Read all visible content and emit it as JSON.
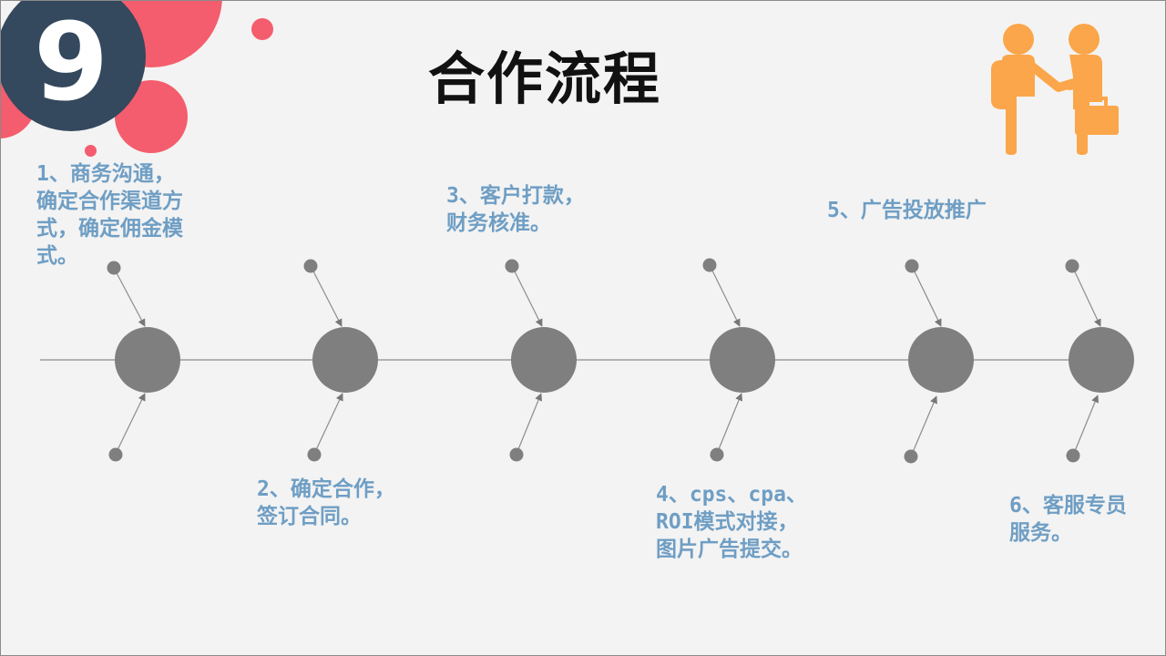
{
  "slide": {
    "number": "9",
    "title": "合作流程",
    "steps": [
      {
        "id": "1",
        "text": "1、商务沟通，\n确定合作渠道方\n式，确定佣金模\n式。"
      },
      {
        "id": "2",
        "text": "2、确定合作，\n签订合同。"
      },
      {
        "id": "3",
        "text": "3、客户打款，\n财务核准。"
      },
      {
        "id": "4",
        "text": "4、cps、cpa、\nROI模式对接，\n图片广告提交。"
      },
      {
        "id": "5",
        "text": "5、广告投放推广"
      },
      {
        "id": "6",
        "text": "6、客服专员\n服务。"
      }
    ]
  },
  "icons": {
    "handshake": "handshake-business-people-icon"
  },
  "colors": {
    "badge": "#34485e",
    "accent_pink": "#f45d6d",
    "node_gray": "#7f7f7f",
    "step_text": "#6f9ec4",
    "icon_orange": "#fba64a"
  }
}
